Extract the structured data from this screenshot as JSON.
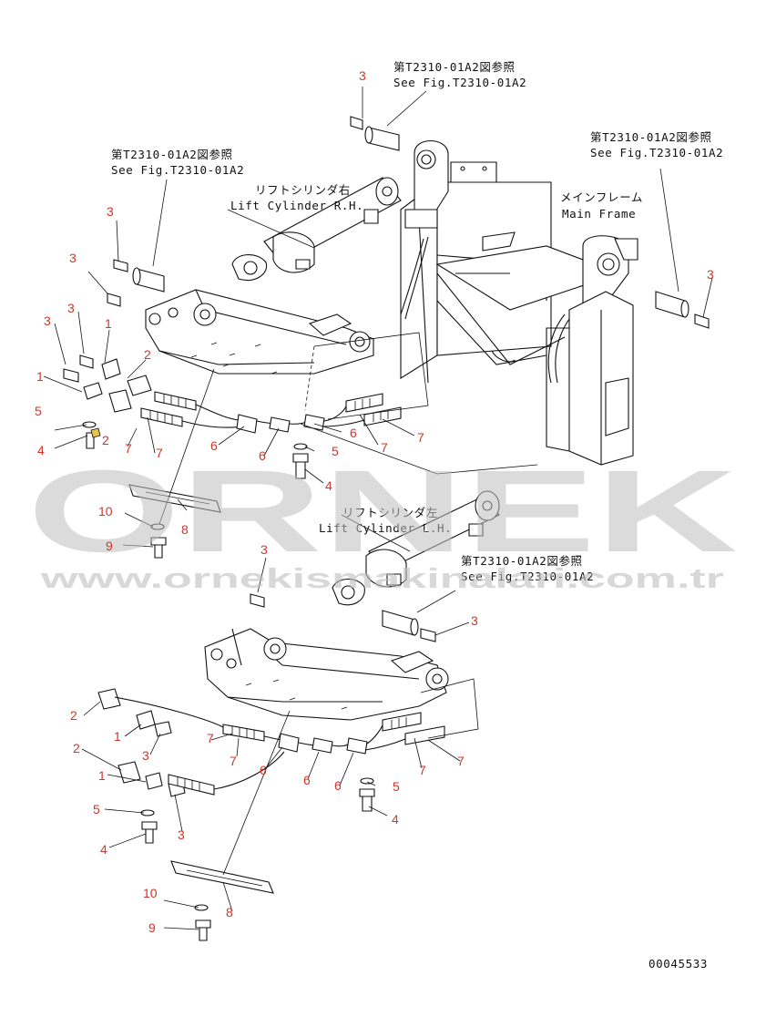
{
  "references": {
    "see_fig_jp": "第T2310-01A2図参照",
    "see_fig_en": "See Fig.T2310-01A2"
  },
  "components": {
    "lift_cyl_rh_jp": "リフトシリンダ右",
    "lift_cyl_rh_en": "Lift Cylinder R.H.",
    "lift_cyl_lh_jp": "リフトシリンダ左",
    "lift_cyl_lh_en": "Lift Cylinder L.H.",
    "main_frame_jp": "メインフレーム",
    "main_frame_en": "Main Frame"
  },
  "watermark": {
    "brand": "ORNEK",
    "url": "www.ornekismakinalari.com.tr"
  },
  "part_numbers": {
    "p1": "1",
    "p2": "2",
    "p3": "3",
    "p4": "4",
    "p5": "5",
    "p6": "6",
    "p7": "7",
    "p8": "8",
    "p9": "9",
    "p10": "10"
  },
  "figure_id": "00045533",
  "colors": {
    "callout": "#d2352a",
    "line": "#111111",
    "watermark": "#bfbfbf"
  }
}
